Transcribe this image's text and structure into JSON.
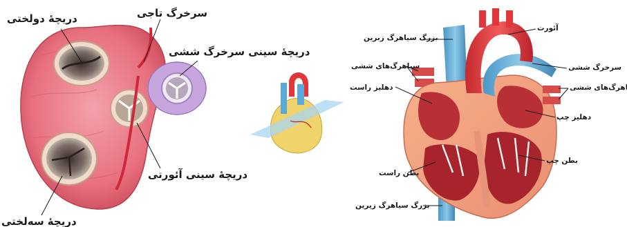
{
  "left_panel": {
    "labels": {
      "tricuspid_valve": "دریچهٔ سه‌لختی",
      "mitral_valve": "دریچهٔ دولختی",
      "coronary_artery": "سرخرگ تاجی",
      "pulmonary_valve": "دریچهٔ سینی سرخرگ ششی",
      "aortic_valve": "دریچهٔ سینی آئورتی"
    }
  },
  "right_panel": {
    "labels": {
      "aorta": "آئورت",
      "superior_vena_cava": "بزرگ سیاهرگ زبرین",
      "pulmonary_veins_right": "سیاهرگ‌های ششی",
      "right_atrium": "دهلیز راست",
      "pulmonary_artery": "سرخرگ ششی",
      "pulmonary_veins_left": "سیاهرگ‌های ششی",
      "left_atrium": "دهلیز چپ",
      "left_ventricle": "بطن چپ",
      "right_ventricle": "بطن راست",
      "inferior_vena_cava": "بزرگ سیاهرگ زیرین"
    }
  },
  "colors": {
    "muscle": "#e8707f",
    "muscle_dark": "#c94a5a",
    "artery": "#e2373a",
    "vein": "#5aa9d6",
    "valve_ring": "#f3d9c9",
    "pulmonary_ring": "#b59ad1"
  }
}
